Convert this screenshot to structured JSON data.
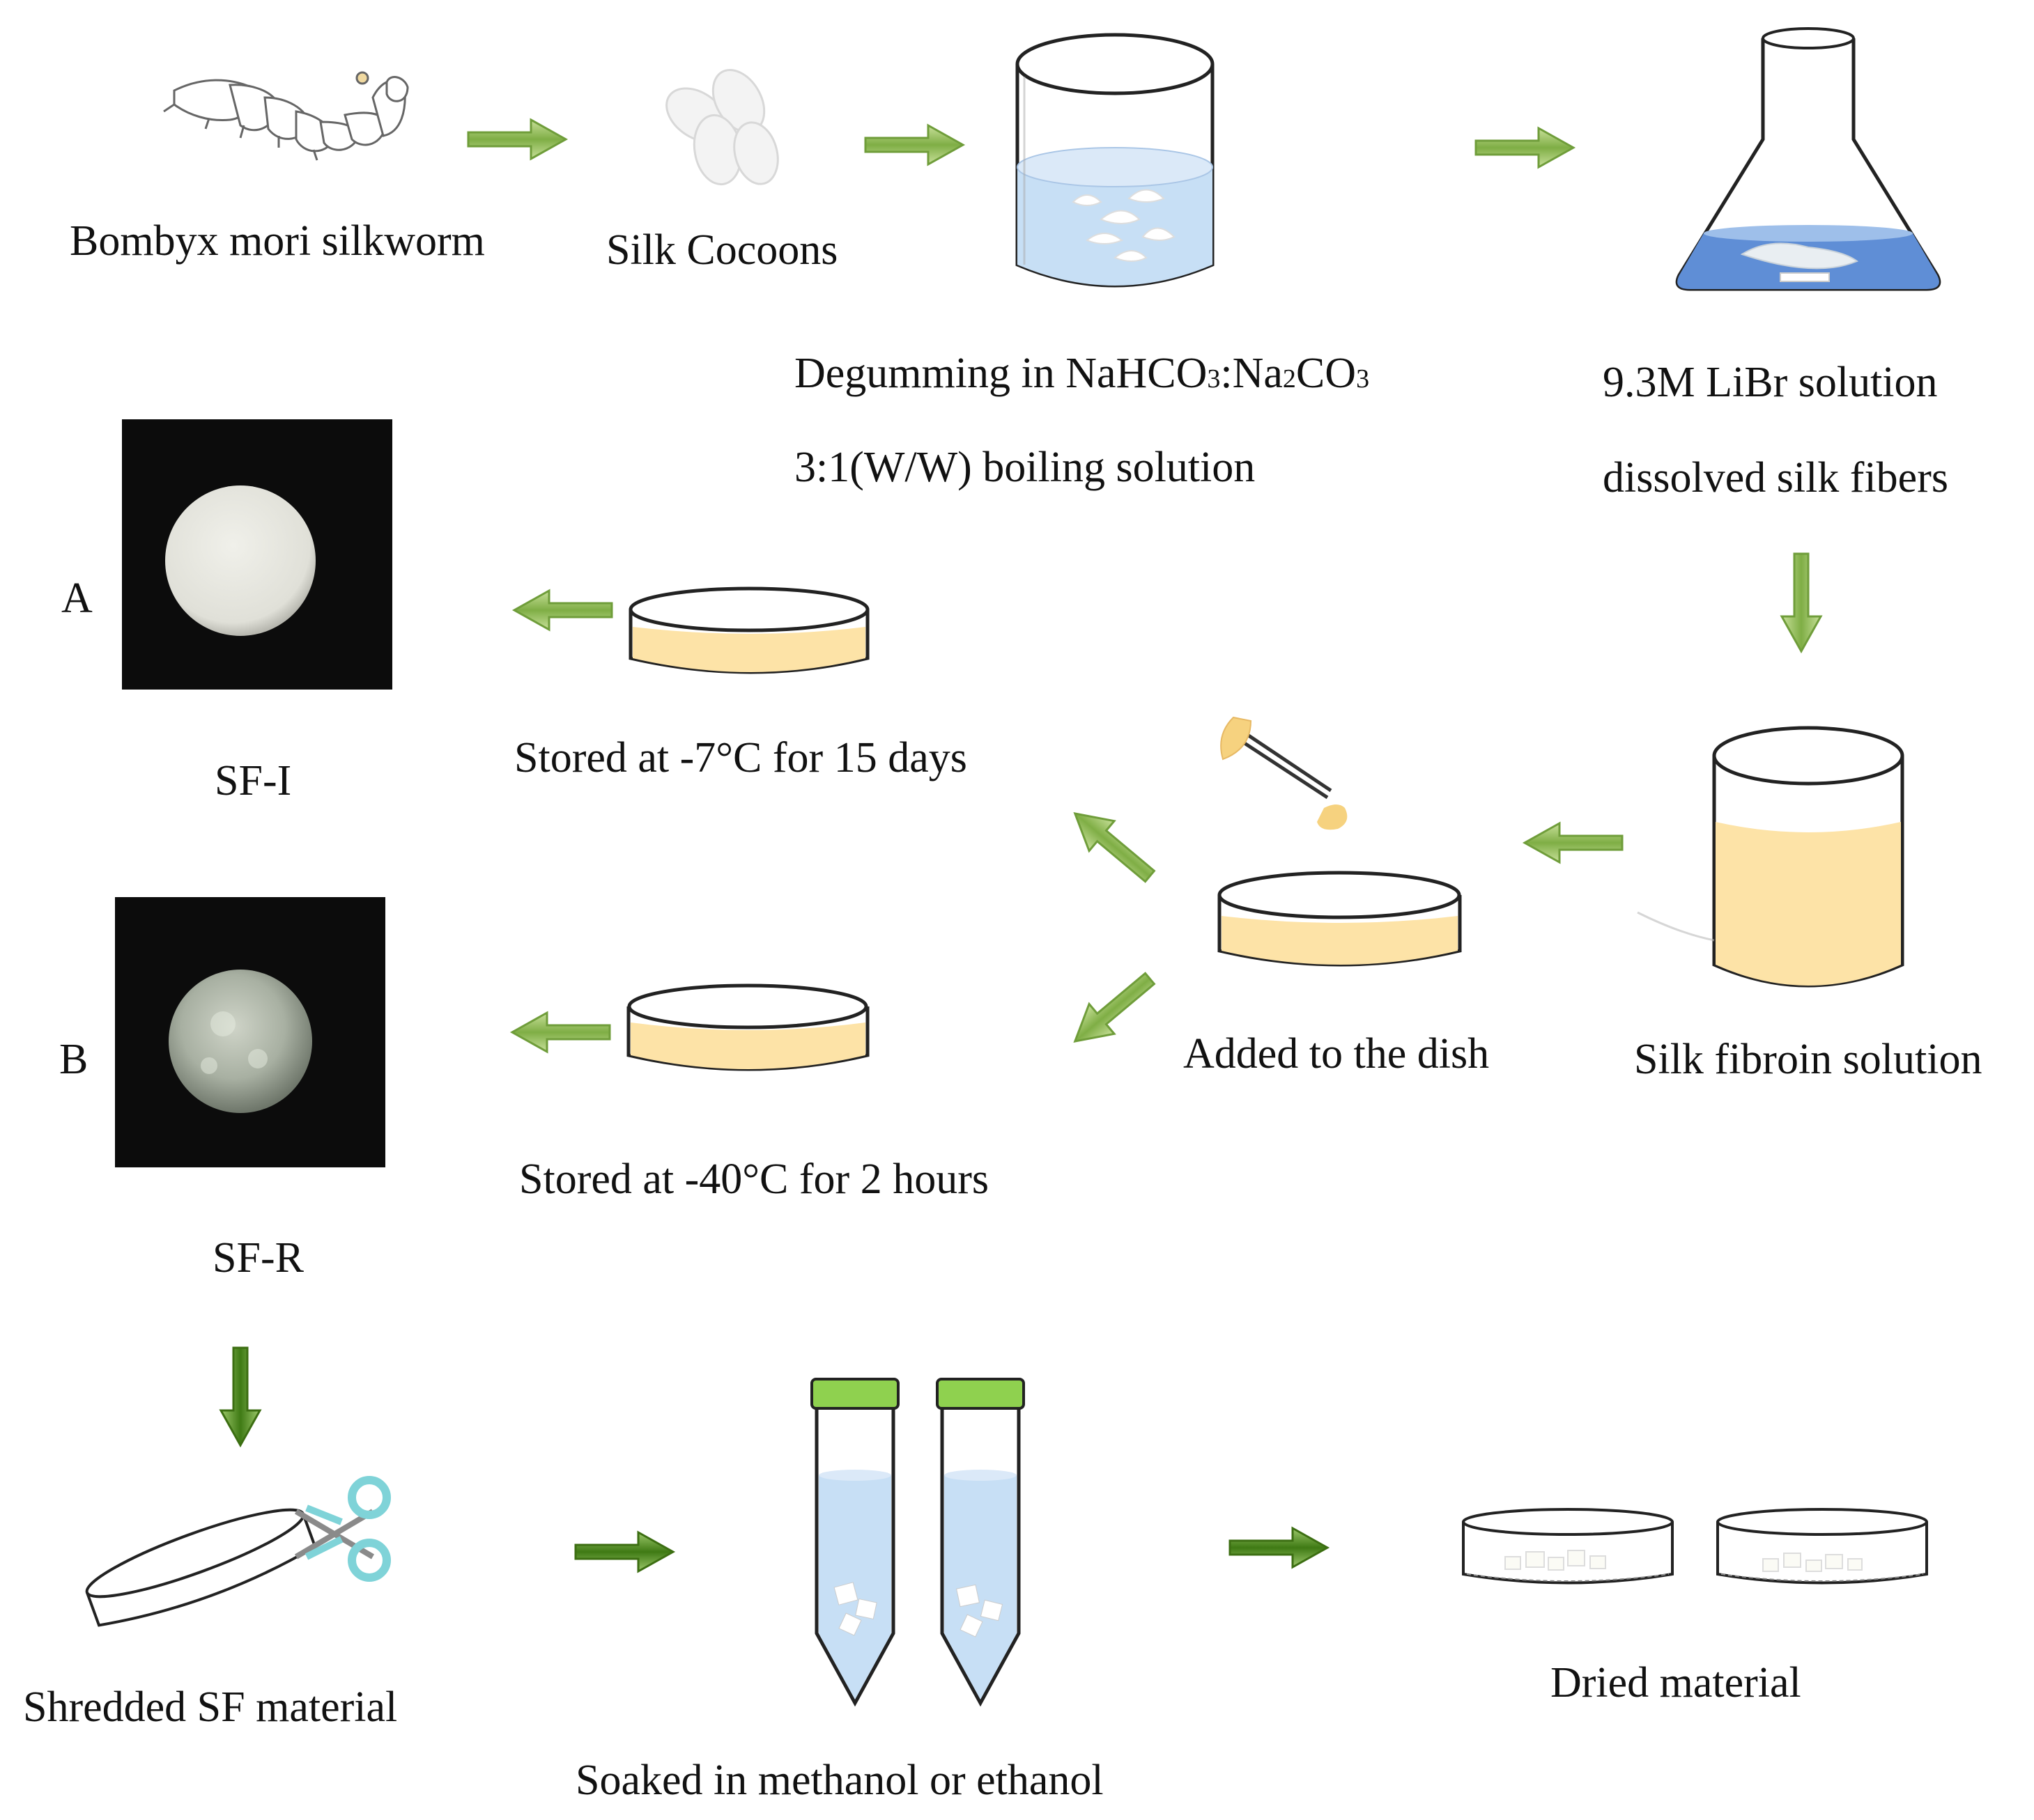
{
  "labels": {
    "silkworm": "Bombyx mori silkworm",
    "cocoons": "Silk Cocoons",
    "degumming_line1": "Degumming in NaHCO",
    "degumming_sub1": "3",
    "degumming_mid": ":Na",
    "degumming_sub2": "2",
    "degumming_tail": "CO",
    "degumming_sub3": "3",
    "degumming_line2": "3:1(W/W) boiling solution",
    "libr_line1": "9.3M LiBr solution",
    "libr_line2": "dissolved silk fibers",
    "fibroin": "Silk fibroin solution",
    "added": "Added to the dish",
    "stored_a": "Stored at -7°C for 15 days",
    "stored_b": "Stored at -40°C for 2 hours",
    "sf_i": "SF-I",
    "sf_r": "SF-R",
    "letter_a": "A",
    "letter_b": "B",
    "shredded": "Shredded SF material",
    "soaked": "Soaked in methanol or ethanol",
    "dried": "Dried material"
  },
  "colors": {
    "arrow_light": "#8fb85a",
    "arrow_dark": "#4e8a1e",
    "liquid_blue": "#c7dff5",
    "liquid_yellow": "#fde3a7",
    "tube_cap": "#8fd14f",
    "scissors": "#7fd3d8"
  }
}
